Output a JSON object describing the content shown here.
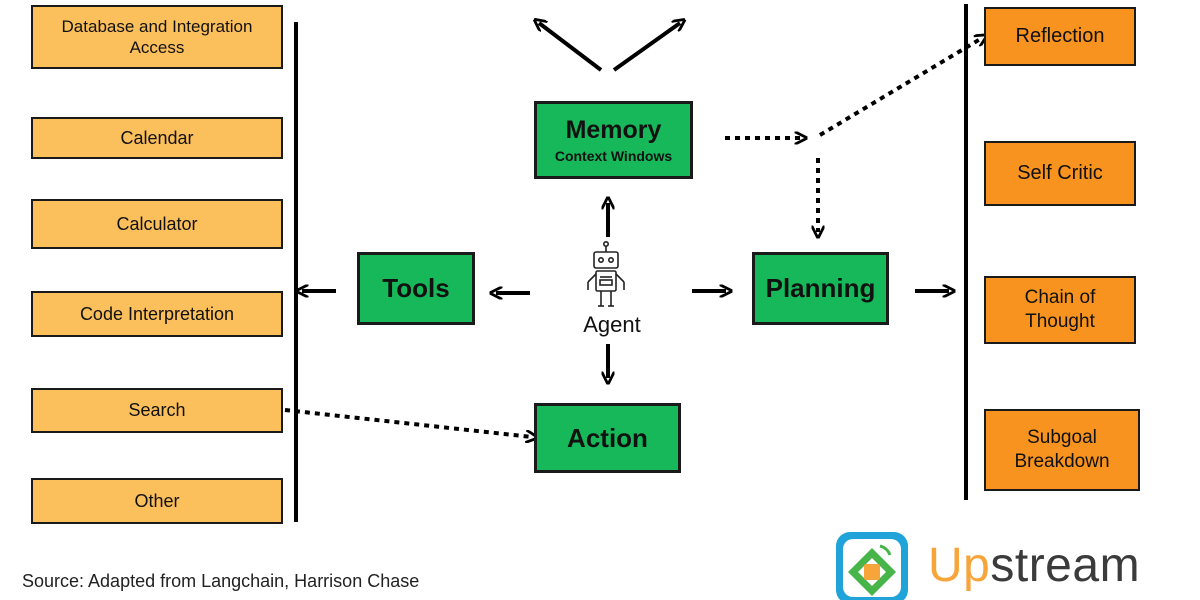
{
  "tools": {
    "items": [
      "Database and Integration Access",
      "Calendar",
      "Calculator",
      "Code Interpretation",
      "Search",
      "Other"
    ]
  },
  "planning_methods": {
    "items": [
      "Reflection",
      "Self Critic",
      "Chain of Thought",
      "Subgoal Breakdown"
    ]
  },
  "core": {
    "memory_title": "Memory",
    "memory_subtitle": "Context Windows",
    "tools_label": "Tools",
    "planning_label": "Planning",
    "action_label": "Action",
    "agent_label": "Agent"
  },
  "footer": {
    "source": "Source: Adapted from Langchain, Harrison Chase",
    "logo_brand_prefix": "Up",
    "logo_brand_suffix": "stream"
  },
  "colors": {
    "tool_box": "#fbbf5b",
    "planning_box": "#f7931e",
    "core_box": "#16b85a",
    "logo_orange": "#f7a53a",
    "logo_blue": "#1fa3d9",
    "logo_green": "#47b549"
  },
  "icons": {
    "agent": "robot-icon",
    "logo": "upstream-logo-icon"
  }
}
